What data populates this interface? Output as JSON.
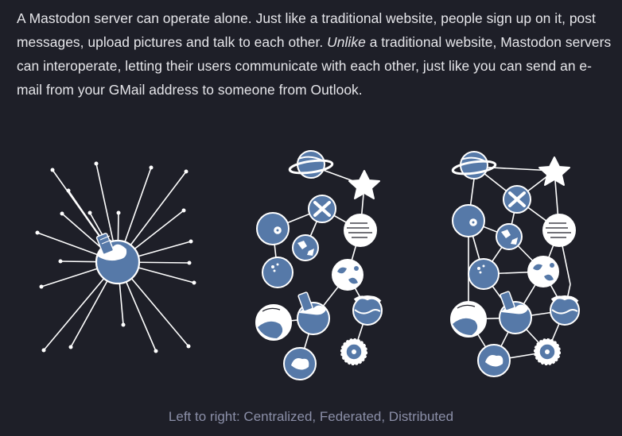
{
  "intro": {
    "part1": "A Mastodon server can operate alone. Just like a traditional website, people sign up on it, post messages, upload pictures and talk to each other. ",
    "emphasis": "Unlike",
    "part2": " a traditional website, Mastodon servers can interoperate, letting their users communicate with each other, just like you can send an e-mail from your GMail address to someone from Outlook."
  },
  "caption": "Left to right: Centralized, Federated, Distributed",
  "colors": {
    "background": "#1e1f28",
    "text": "#e6e6ea",
    "caption": "#8b8fa8",
    "planet": "#5679a8",
    "outline": "#ffffff"
  },
  "illustration": {
    "panels": [
      "centralized-network",
      "federated-network",
      "distributed-network"
    ],
    "node_icons": [
      "ringed-planet",
      "star",
      "x-planet",
      "eye-planet",
      "striped-planet",
      "continent-planet",
      "spotted-planet",
      "snowcap-planet",
      "wave-planet",
      "sun",
      "hub-planet",
      "dotted-planet"
    ]
  }
}
